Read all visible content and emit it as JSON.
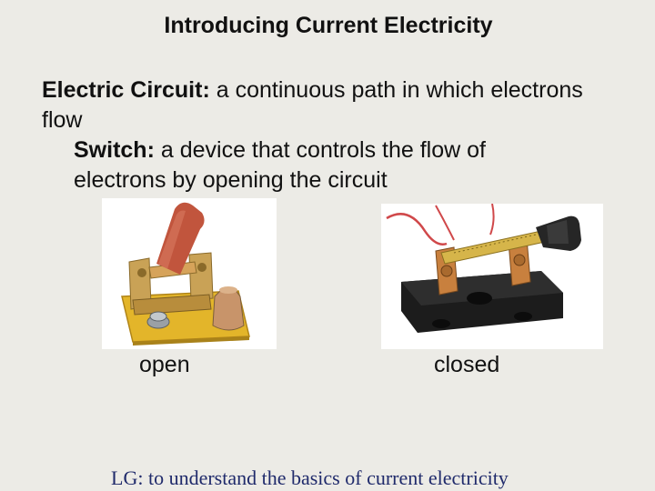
{
  "slide": {
    "title": "Introducing Current Electricity"
  },
  "definitions": {
    "circuit": {
      "term": "Electric Circuit:",
      "text": " a continuous path in which electrons flow"
    },
    "switch": {
      "term": "Switch:",
      "text": " a device that controls the flow of electrons by opening the circuit"
    }
  },
  "images": {
    "open": {
      "icon": "open-knife-switch-photo",
      "caption": "open"
    },
    "closed": {
      "icon": "closed-knife-switch-photo",
      "caption": "closed"
    }
  },
  "learning_goal": {
    "label": "LG:",
    "text": " to understand the basics of current electricity"
  },
  "colors": {
    "background": "#ecebe6",
    "lg_text": "#1f2a6b",
    "copper": "#c8803e",
    "handle_red": "#c1553d",
    "base_yellow": "#e3b52a",
    "base_black": "#1c1c1c"
  }
}
